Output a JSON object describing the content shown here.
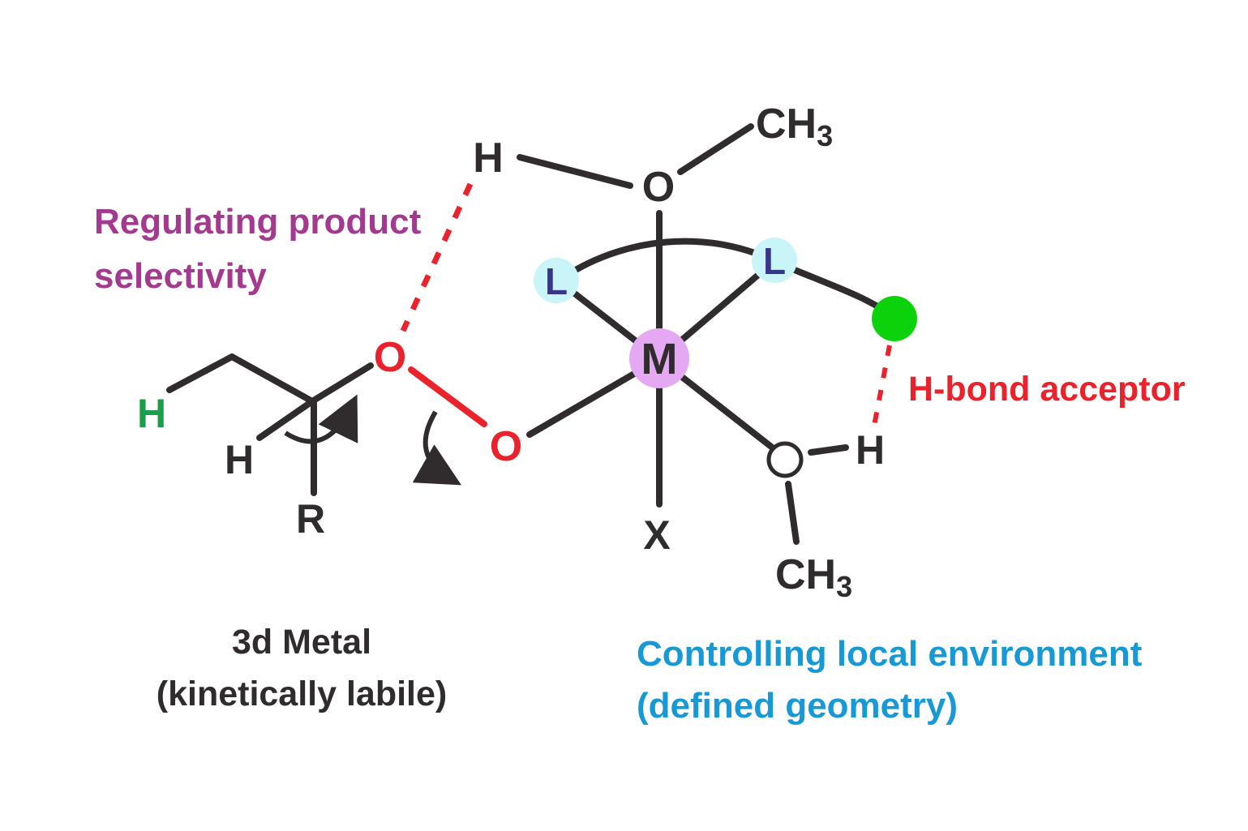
{
  "figure": {
    "background": "#FFFFFF",
    "labels": {
      "regulating": {
        "line1": "Regulating product",
        "line2": "selectivity",
        "color": "#A33A8F"
      },
      "hbond_acceptor": {
        "text": "H-bond acceptor",
        "color": "#E9222B"
      },
      "metal": {
        "line1": "3d Metal",
        "line2": "(kinetically labile)",
        "color": "#302C2D"
      },
      "environment": {
        "line1": "Controlling local environment",
        "line2": "(defined geometry)",
        "color": "#1799D6"
      }
    },
    "atoms": {
      "h_top": "H",
      "ch3_top_main": "CH",
      "ch3_top_sub": "3",
      "o_ether": "O",
      "l_left": "L",
      "l_right": "L",
      "m_center": "M",
      "o_red_upper": "O",
      "o_red_lower": "O",
      "x_axial": "X",
      "h_hydroxyl": "H",
      "ch3_bottom_main": "CH",
      "ch3_bottom_sub": "3",
      "h_green": "H",
      "h_geminal": "H",
      "r_group": "R"
    },
    "colors": {
      "bond": "#302C2D",
      "red_accent": "#E9222B",
      "green_h": "#1B9E4B",
      "green_circle": "#0CD20C",
      "metal_fill": "#E4A9F2",
      "ligand_fill": "#C9F4F8",
      "ligand_text": "#39348C"
    }
  }
}
